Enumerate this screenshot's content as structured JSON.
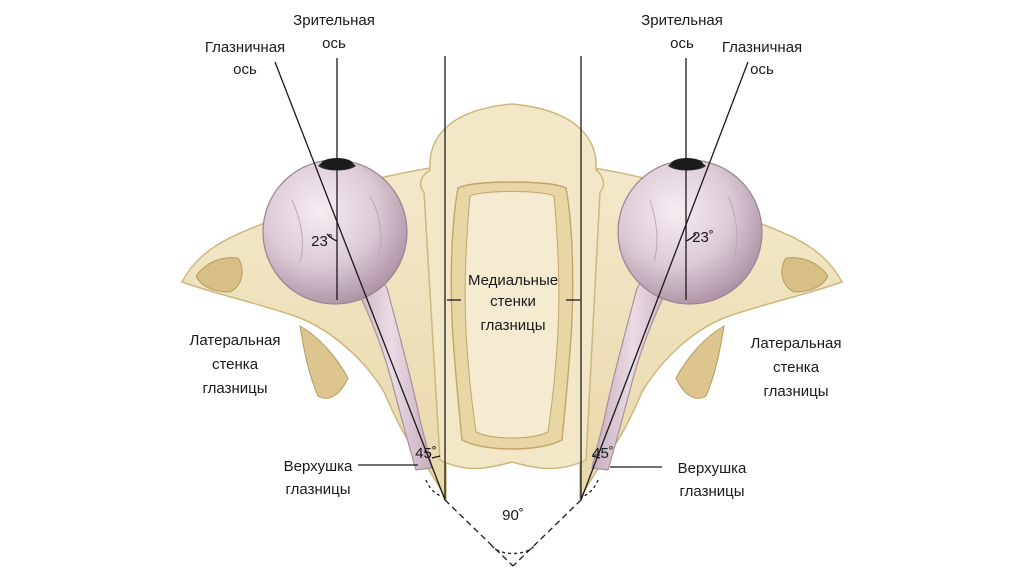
{
  "labels": {
    "visual_axis_left_1": "Зрительная",
    "visual_axis_left_2": "ось",
    "orbital_axis_left_1": "Глазничная",
    "orbital_axis_left_2": "ось",
    "visual_axis_right_1": "Зрительная",
    "visual_axis_right_2": "ось",
    "orbital_axis_right_1": "Глазничная",
    "orbital_axis_right_2": "ось",
    "medial_1": "Медиальные",
    "medial_2": "стенки",
    "medial_3": "глазницы",
    "lateral_left_1": "Латеральная",
    "lateral_left_2": "стенка",
    "lateral_left_3": "глазницы",
    "lateral_right_1": "Латеральная",
    "lateral_right_2": "стенка",
    "lateral_right_3": "глазницы",
    "apex_left_1": "Верхушка",
    "apex_left_2": "глазницы",
    "apex_right_1": "Верхушка",
    "apex_right_2": "глазницы"
  },
  "angles": {
    "left_eye": "23˚",
    "right_eye": "23˚",
    "left_apex": "45˚",
    "right_apex": "45˚",
    "between_walls": "90˚"
  },
  "colors": {
    "bone": "#f1e6c4",
    "bone_shadow": "#d9c38f",
    "bone_spongy": "#c9a96a",
    "eyeball": "#e6d8e0",
    "eyeball_shade": "#b9a3b3",
    "optic_nerve": "#d8c3cf",
    "pupil": "#1b1b1b",
    "line": "#1a1a1a"
  }
}
